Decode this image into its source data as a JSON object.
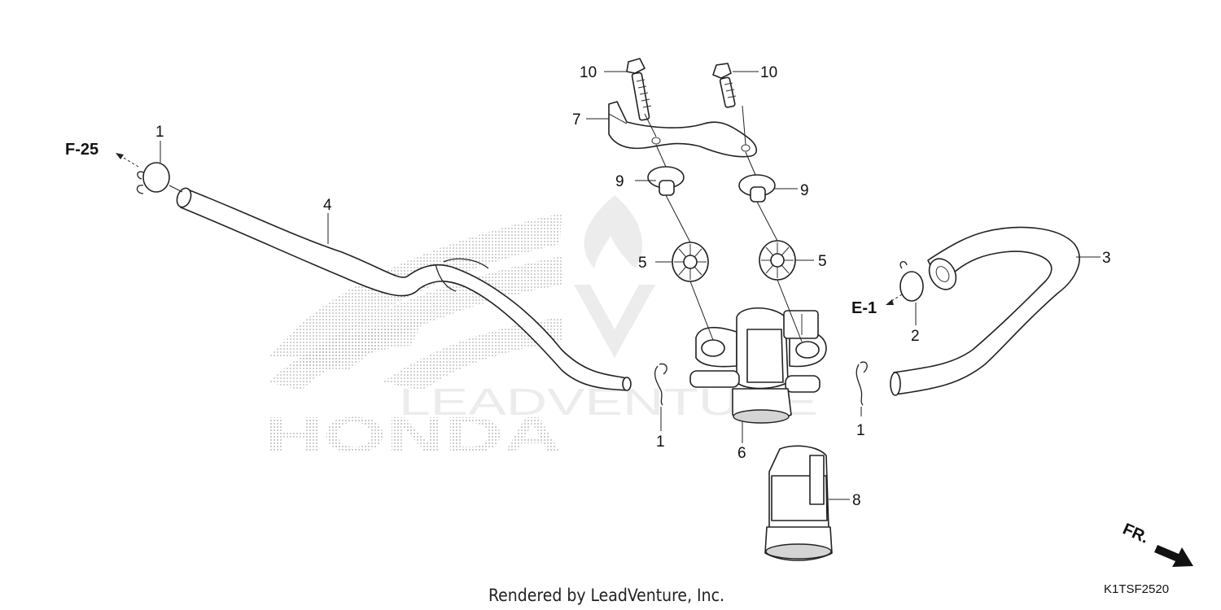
{
  "diagram": {
    "callouts": {
      "c1_top": "1",
      "c1_left": "1",
      "c1_right": "1",
      "c2": "2",
      "c3": "3",
      "c4": "4",
      "c5_left": "5",
      "c5_right": "5",
      "c6": "6",
      "c7": "7",
      "c8": "8",
      "c9_left": "9",
      "c9_right": "9",
      "c10_left": "10",
      "c10_right": "10"
    },
    "references": {
      "f25": "F-25",
      "e1": "E-1",
      "front": "FR."
    },
    "watermark": {
      "brand": "HONDA",
      "dealer": "LEADVENTURE"
    },
    "footer": {
      "credit": "Rendered by LeadVenture, Inc.",
      "code": "K1TSF2520"
    },
    "colors": {
      "line": "#222222",
      "shading": "#d4d4d4",
      "watermark": "#c8c8c8"
    }
  }
}
